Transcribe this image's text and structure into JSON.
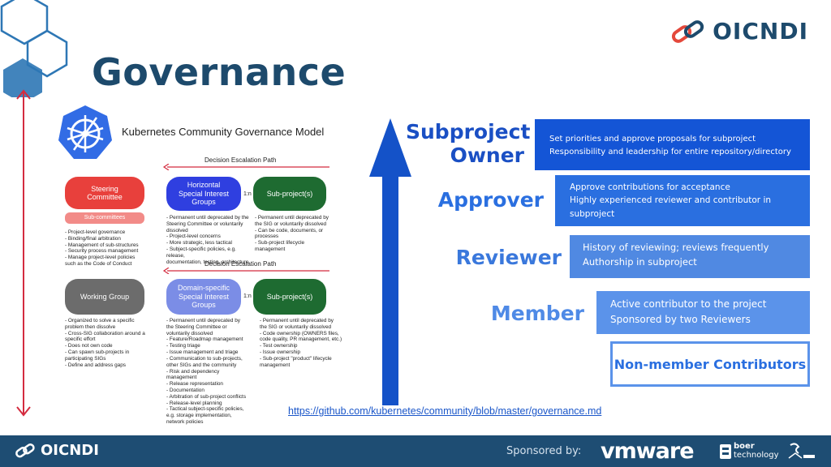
{
  "slide": {
    "title": "Governance",
    "brand": "OICNDI"
  },
  "diagram": {
    "title": "Kubernetes Community Governance Model",
    "escalation_1": "Decision Escalation Path",
    "escalation_2": "Decision Escalation Path",
    "steering": "Steering Committee",
    "subcommittees": "Sub-committees",
    "steering_notes": "- Project-level governance\n- Binding/final arbitration\n- Management of sub-structures\n- Security process management\n- Manage project-level policies\nsuch as the Code of Conduct",
    "horizontal_sig": "Horizontal Special Interest Groups",
    "ratio_1": "1:n",
    "subprojects_1": "Sub-project(s)",
    "horizontal_notes": "- Permanent until deprecated by the\nSteering Committee or voluntarily\ndissolved\n- Project-level concerns\n- More strategic, less tactical\n- Subject-specific policies, e.g. release,\ndocumentation, testing, architecture",
    "subprojects_1_notes": "- Permanent until deprecated by\nthe SIG or voluntarily dissolved\n- Can be code, documents, or\nprocesses\n- Sub-project lifecycle management",
    "working_group": "Working Group",
    "working_group_notes": "- Organized to solve a specific\nproblem then dissolve\n- Cross-SIG collaboration around a\nspecific effort\n- Does not own code\n- Can spawn sub-projects in\nparticipating SIGs\n- Define and address gaps",
    "domain_sig": "Domain-specific Special Interest Groups",
    "ratio_2": "1:n",
    "subprojects_2": "Sub-project(s)",
    "domain_notes": "- Permanent until deprecated by\nthe Steering Committee or\nvoluntarily dissolved\n- Feature/Roadmap management\n- Testing triage\n- Issue management and triage\n- Communication to sub-projects,\nother SIGs and the community\n- Risk and dependency\nmanagement\n- Release representation\n- Documentation\n- Arbitration of sub-project conflicts\n- Release-level planning\n- Tactical subject-specific policies,\ne.g. storage implementation,\nnetwork policies",
    "subprojects_2_notes": "- Permanent until deprecated by\nthe SIG or voluntarily dissolved\n- Code ownership (OWNERS files,\ncode quality, PR management, etc.)\n- Test ownership\n- Issue ownership\n- Sub-project \"product\" lifecycle\nmanagement"
  },
  "roles": {
    "owner": {
      "label": "Subproject\nOwner",
      "desc": "Set priorities and approve proposals for subproject\nResponsibility and leadership for entire repository/directory",
      "color": "#1455d6"
    },
    "approver": {
      "label": "Approver",
      "desc": "Approve contributions for acceptance\nHighly experienced reviewer and contributor in\nsubproject",
      "color": "#2a6fe0"
    },
    "reviewer": {
      "label": "Reviewer",
      "desc": "History of reviewing; reviews frequently\nAuthorship in subproject",
      "color": "#5089e2"
    },
    "member": {
      "label": "Member",
      "desc": "Active contributor to the project\nSponsored by two Reviewers",
      "color": "#5b93ea"
    },
    "nonmember": {
      "label": "Non-member Contributors"
    }
  },
  "link": "https://github.com/kubernetes/community/blob/master/governance.md",
  "footer": {
    "brand": "OICNDI",
    "sponsored": "Sponsored by:",
    "vmware": "vmware",
    "boer_1": "boer",
    "boer_2": "technology"
  },
  "colors": {
    "brand": "#1d4a6c",
    "footer": "#1e4d73",
    "arrow_blue": "#1452c8",
    "red_line": "#d42b3f",
    "hex_outline": "#2e77b5"
  }
}
